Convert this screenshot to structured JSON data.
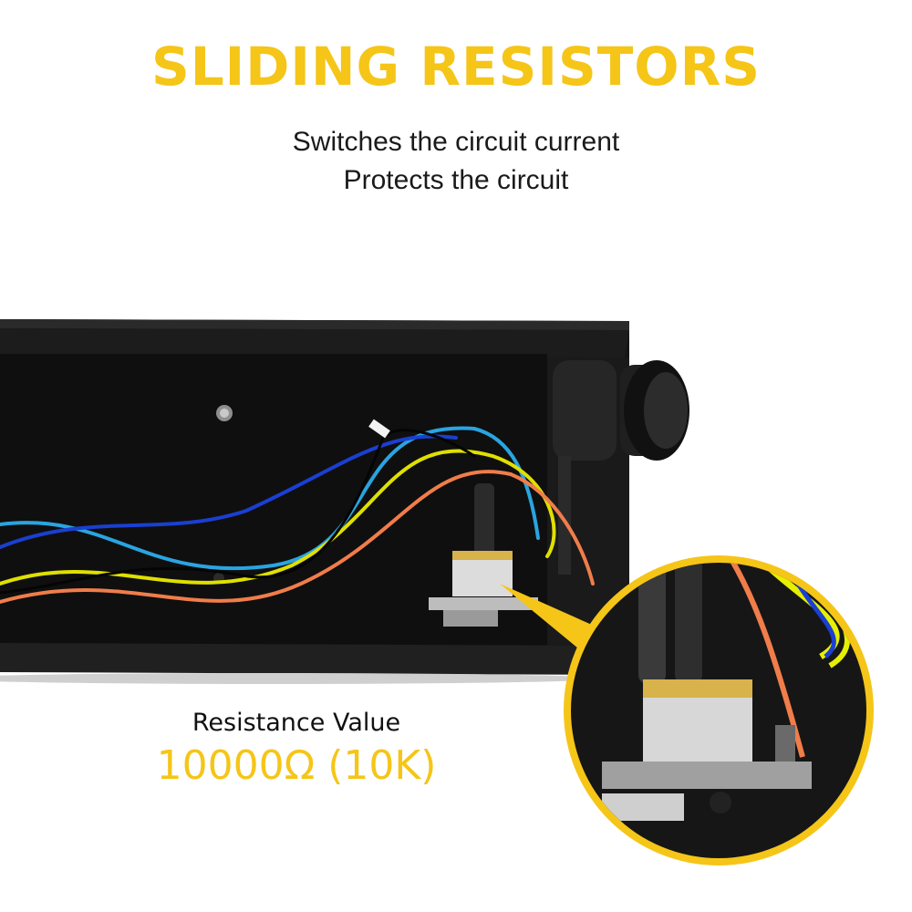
{
  "header": {
    "title": "SLIDING RESISTORS",
    "lines": [
      "Switches the circuit current",
      "Protects the circuit"
    ]
  },
  "callout": {
    "label": "Resistance Value",
    "value": "10000Ω (10K)"
  },
  "colors": {
    "accent": "#f5c518",
    "text": "#1a1a1a",
    "background": "#ffffff",
    "enclosure": "#141414"
  },
  "icons": [
    "control-box-photo",
    "potentiometer-knob",
    "zoom-magnifier"
  ]
}
